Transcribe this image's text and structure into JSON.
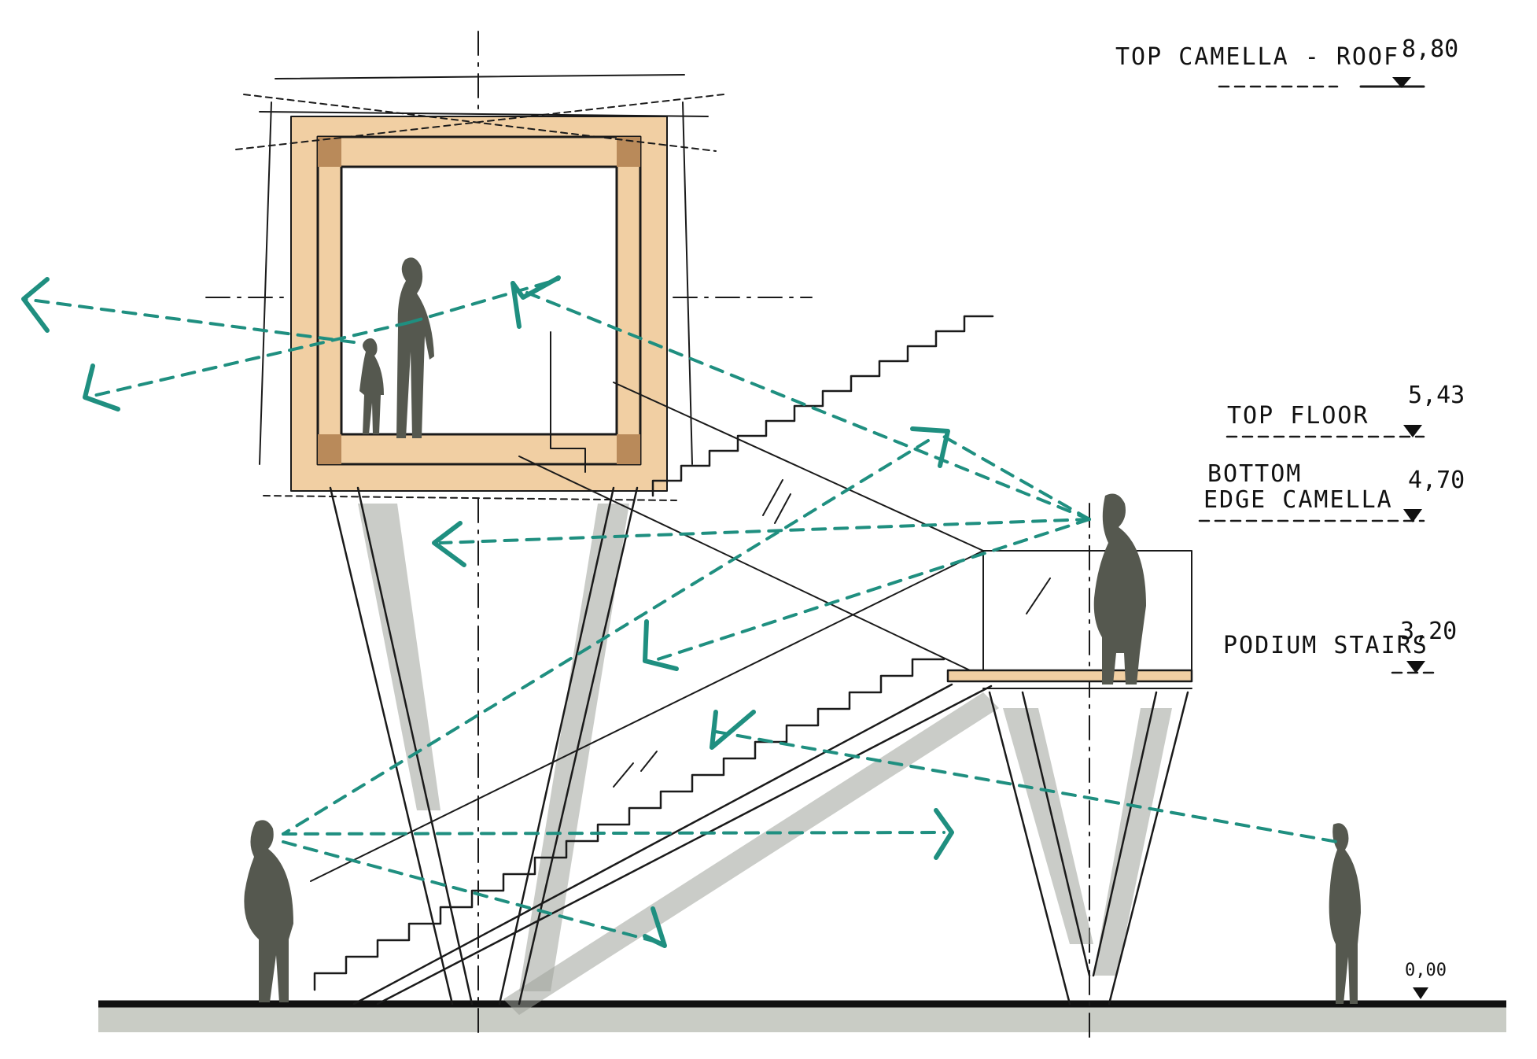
{
  "levels": [
    {
      "label": "TOP  CAMELLA - ROOF",
      "value": "8,80"
    },
    {
      "label": "TOP  FLOOR",
      "value": "5,43"
    },
    {
      "label_line1": "BOTTOM",
      "label_line2": "EDGE  CAMELLA",
      "value": "4,70"
    },
    {
      "label": "PODIUM  STAIRS",
      "value": "3,20"
    },
    {
      "label": "",
      "value": "0,00"
    }
  ],
  "colors": {
    "sightline": "#1f8f80",
    "timber": "#f1cfa3",
    "ink": "#1a1a1a",
    "shade": "#9fa39b"
  },
  "icons": [
    "level-marker-triangle-icon",
    "person-silhouette-icon",
    "sightline-arrow-icon"
  ]
}
